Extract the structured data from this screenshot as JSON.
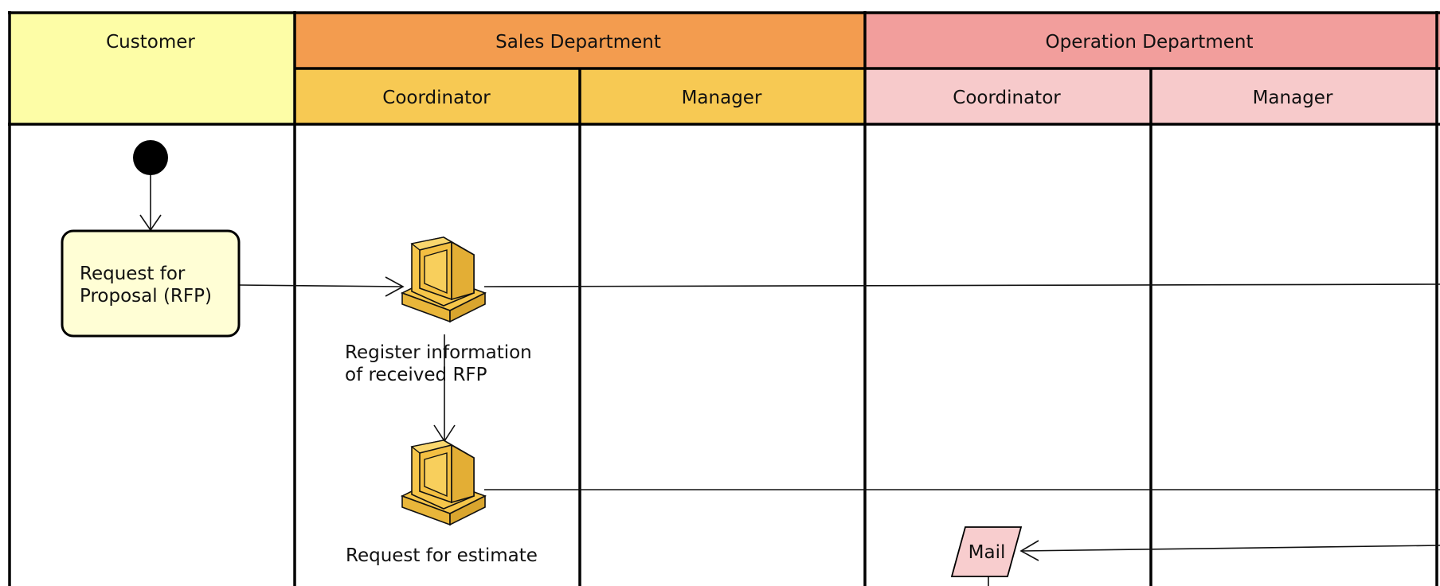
{
  "colors": {
    "customer_fill": "#FDFDA6",
    "sales_fill": "#F39C4F",
    "sales_sub_fill": "#F7C953",
    "operation_fill": "#F29E9C",
    "operation_sub_fill": "#F7CACB",
    "action_fill": "#FFFED5",
    "computer_fill": "#F6C64A",
    "mail_fill": "#F8CDCE",
    "line": "#000000"
  },
  "lanes": {
    "customer": "Customer",
    "sales": {
      "title": "Sales Department",
      "coordinator": "Coordinator",
      "manager": "Manager"
    },
    "operation": {
      "title": "Operation Department",
      "coordinator": "Coordinator",
      "manager": "Manager"
    }
  },
  "nodes": {
    "initial": {
      "icon": "initial-node"
    },
    "rfp_action": {
      "line1": "Request for",
      "line2": "Proposal (RFP)"
    },
    "register_rfp": {
      "icon": "computer-icon",
      "line1": "Register information",
      "line2": "of received RFP"
    },
    "request_estimate": {
      "icon": "computer-icon",
      "label": "Request for estimate"
    },
    "mail": {
      "label": "Mail"
    }
  }
}
